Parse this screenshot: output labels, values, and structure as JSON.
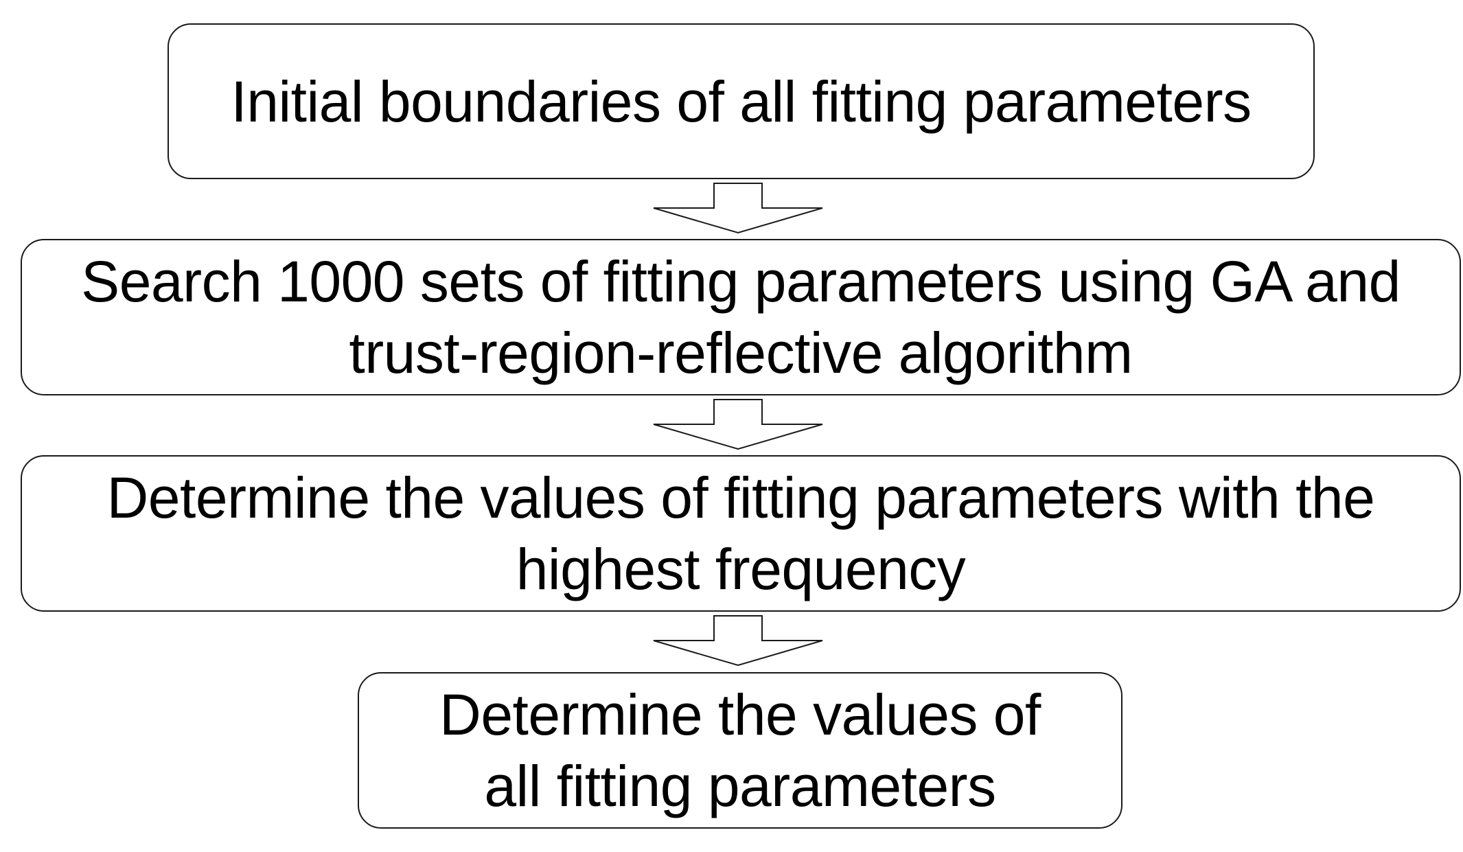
{
  "flowchart": {
    "steps": [
      {
        "lines": [
          "Initial boundaries of all fitting parameters"
        ]
      },
      {
        "lines": [
          "Search 1000 sets of fitting parameters using GA and",
          "trust-region-reflective algorithm"
        ]
      },
      {
        "lines": [
          "Determine the values of fitting parameters with the",
          "highest frequency"
        ]
      },
      {
        "lines": [
          "Determine the values of",
          "all fitting parameters"
        ]
      }
    ],
    "connectors": [
      "down-arrow",
      "down-arrow",
      "down-arrow"
    ]
  }
}
